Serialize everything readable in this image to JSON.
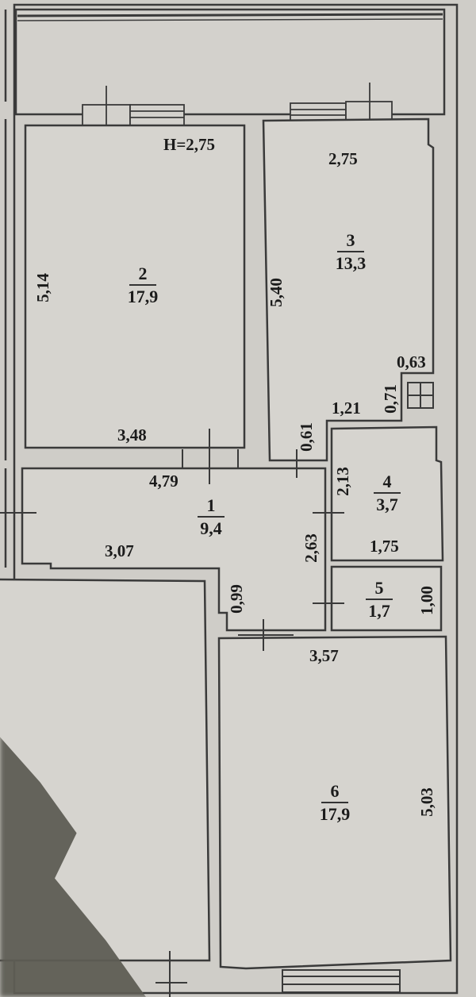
{
  "plan": {
    "ceiling_height": "H=2,75",
    "colors": {
      "background": "#cfcdc8",
      "room_fill": "#d6d4cf",
      "wall": "#3a3a3a",
      "text": "#1b1b1b",
      "shadow": "#5e5d55"
    },
    "rooms": [
      {
        "number": "1",
        "area": "9,4"
      },
      {
        "number": "2",
        "area": "17,9"
      },
      {
        "number": "3",
        "area": "13,3"
      },
      {
        "number": "4",
        "area": "3,7"
      },
      {
        "number": "5",
        "area": "1,7"
      },
      {
        "number": "6",
        "area": "17,9"
      }
    ],
    "dimensions": {
      "room2_height": "5,14",
      "room2_width": "3,48",
      "room3_top_width": "2,75",
      "room3_height": "5,40",
      "shaft_width": "0,63",
      "shaft_height": "0,71",
      "room3_notch_width": "1,21",
      "room3_notch_height": "0,61",
      "corridor_length": "4,79",
      "corridor_lower_width": "3,07",
      "corridor_right_height": "2,63",
      "corridor_step": "0,99",
      "room4_height": "2,13",
      "room4_width": "1,75",
      "room5_height": "1,00",
      "room6_width": "3,57",
      "room6_height": "5,03"
    }
  }
}
